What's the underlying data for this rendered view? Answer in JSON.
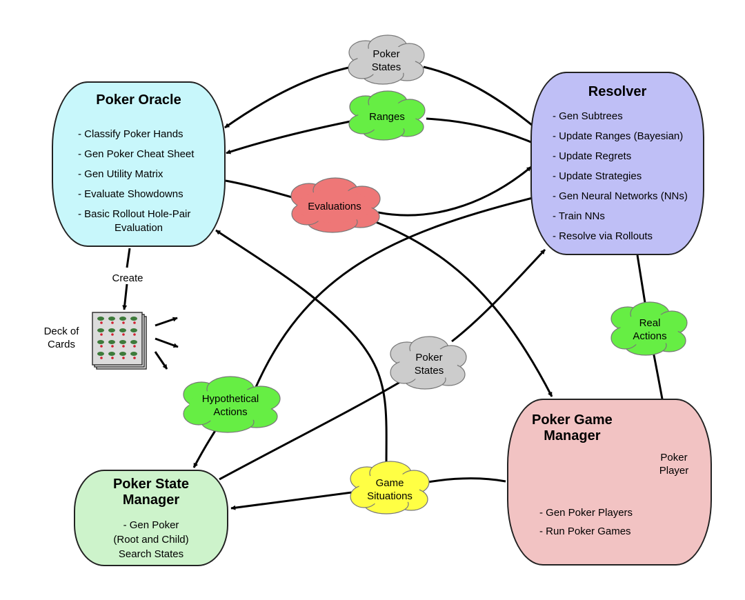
{
  "poker_oracle": {
    "title": "Poker Oracle",
    "items": [
      "- Classify Poker Hands",
      "- Gen Poker Cheat Sheet",
      "- Gen Utility Matrix",
      "- Evaluate Showdowns",
      "- Basic Rollout Hole-Pair"
    ],
    "item_continuation": "Evaluation"
  },
  "resolver": {
    "title": "Resolver",
    "items": [
      "- Gen Subtrees",
      "- Update Ranges (Bayesian)",
      "- Update Regrets",
      "- Update Strategies",
      "- Gen Neural Networks (NNs)",
      "- Train NNs",
      "- Resolve via Rollouts"
    ]
  },
  "poker_state_manager": {
    "title": "Poker State\nManager",
    "lines": [
      "- Gen Poker",
      "(Root and Child)",
      "Search States"
    ]
  },
  "poker_game_manager": {
    "title": "Poker Game\nManager",
    "items": [
      "- Gen Poker Players",
      "- Run Poker Games"
    ],
    "player_label": "Poker\nPlayer"
  },
  "clouds": {
    "poker_states_top": "Poker\nStates",
    "ranges": "Ranges",
    "evaluations": "Evaluations",
    "real_actions": "Real\nActions",
    "poker_states_mid": "Poker\nStates",
    "hypothetical_actions": "Hypothetical\nActions",
    "game_situations": "Game\nSituations"
  },
  "labels": {
    "create": "Create",
    "deck_of_cards": "Deck of\nCards"
  },
  "colors": {
    "oracle": "#c8f7fb",
    "resolver": "#bfbff6",
    "state_manager": "#cdf3cb",
    "game_manager": "#f2c3c3",
    "player": "#ee9a59",
    "cloud_gray": "#cccccc",
    "cloud_green": "#66ee44",
    "cloud_red": "#ee7777",
    "cloud_yellow": "#ffff44"
  }
}
